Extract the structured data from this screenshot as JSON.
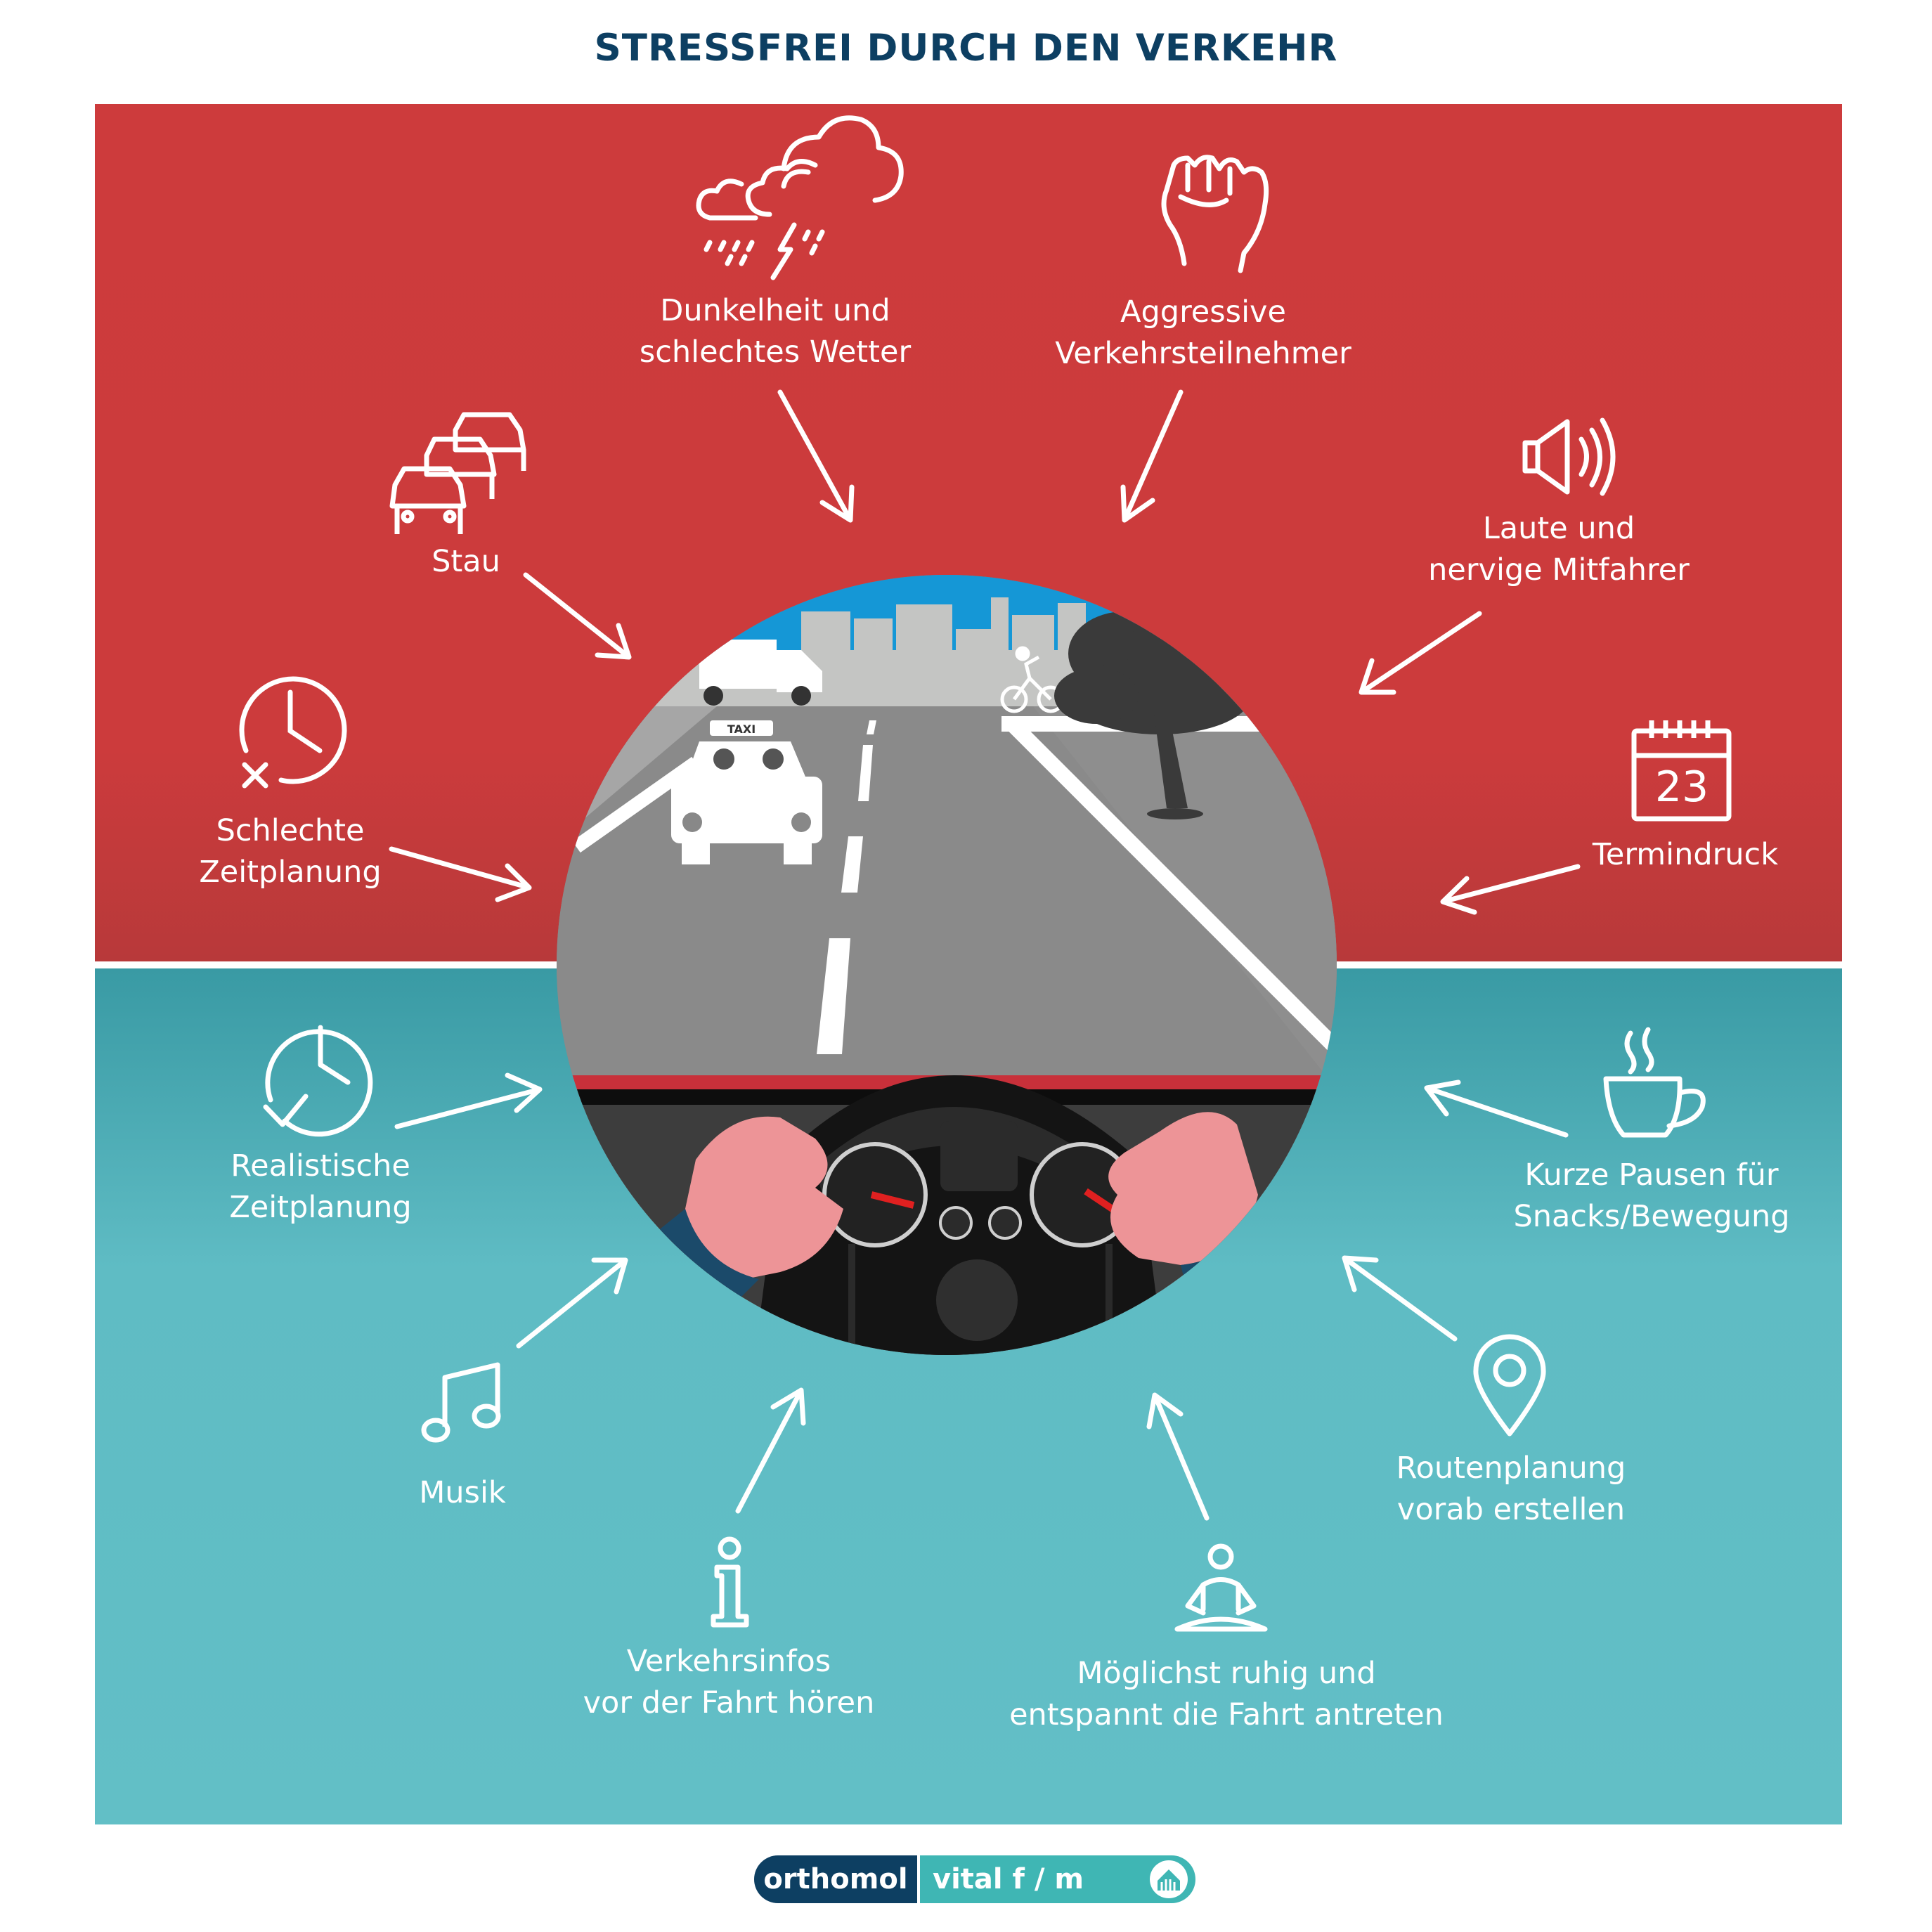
{
  "title": "STRESSFREI DURCH DEN VERKEHR",
  "colors": {
    "stress_red": "#cc3c3c",
    "relief_teal": "#5fbcc4",
    "title_navy": "#0d3f62",
    "logo_teal": "#3fb6b4"
  },
  "stress_factors": [
    {
      "id": "wetter",
      "icon": "storm-cloud-icon",
      "lines": [
        "Dunkelheit und",
        "schlechtes Wetter"
      ]
    },
    {
      "id": "aggressive",
      "icon": "fist-icon",
      "lines": [
        "Aggressive",
        "Verkehrsteilnehmer"
      ]
    },
    {
      "id": "stau",
      "icon": "traffic-jam-icon",
      "lines": [
        "Stau"
      ]
    },
    {
      "id": "mitfahrer",
      "icon": "speaker-icon",
      "lines": [
        "Laute und",
        "nervige Mitfahrer"
      ]
    },
    {
      "id": "zeitplanung-schlecht",
      "icon": "clock-cross-icon",
      "lines": [
        "Schlechte",
        "Zeitplanung"
      ]
    },
    {
      "id": "termindruck",
      "icon": "calendar-icon",
      "calendar_day": "23",
      "lines": [
        "Termindruck"
      ]
    }
  ],
  "relief_tips": [
    {
      "id": "zeitplanung-realistisch",
      "icon": "clock-check-icon",
      "lines": [
        "Realistische",
        "Zeitplanung"
      ]
    },
    {
      "id": "pausen",
      "icon": "coffee-cup-icon",
      "lines": [
        "Kurze Pausen für",
        "Snacks/Bewegung"
      ]
    },
    {
      "id": "musik",
      "icon": "music-note-icon",
      "lines": [
        "Musik"
      ]
    },
    {
      "id": "routenplanung",
      "icon": "map-pin-icon",
      "lines": [
        "Routenplanung",
        "vorab erstellen"
      ]
    },
    {
      "id": "verkehrsinfos",
      "icon": "info-icon",
      "lines": [
        "Verkehrsinfos",
        "vor der Fahrt hören"
      ]
    },
    {
      "id": "ruhig",
      "icon": "meditation-icon",
      "lines": [
        "Möglichst ruhig und",
        "entspannt die Fahrt antreten"
      ]
    }
  ],
  "scene": {
    "taxi_sign": "TAXI"
  },
  "logo": {
    "left": "orthomol",
    "right": "vital f / m",
    "icon": "house-logo-icon"
  }
}
